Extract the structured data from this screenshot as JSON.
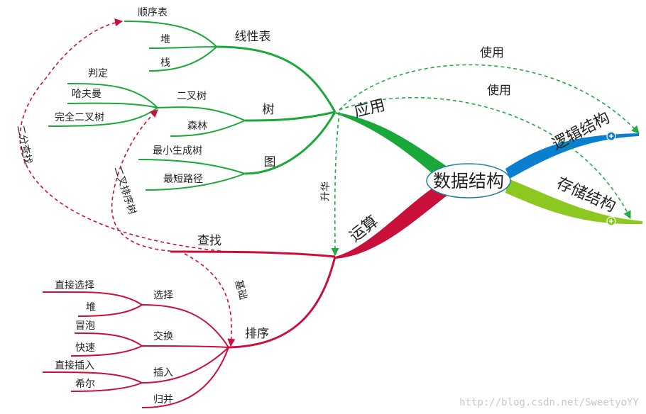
{
  "center": "数据结构",
  "main": {
    "application": "应用",
    "operation": "运算",
    "logical": "逻辑结构",
    "storage": "存储结构"
  },
  "linear": {
    "title": "线性表",
    "items": [
      "顺序表",
      "堆",
      "栈"
    ]
  },
  "tree": {
    "title": "树",
    "binary": "二叉树",
    "binary_items": [
      "判定",
      "哈夫曼",
      "完全二叉树"
    ],
    "forest": "森林"
  },
  "graph": {
    "title": "图",
    "items": [
      "最小生成树",
      "最短路径"
    ]
  },
  "search": "查找",
  "sort": {
    "title": "排序",
    "select": {
      "label": "选择",
      "items": [
        "直接选择",
        "堆"
      ]
    },
    "swap": {
      "label": "交换",
      "items": [
        "冒泡",
        "快速"
      ]
    },
    "insert": {
      "label": "插入",
      "items": [
        "直接插入",
        "希尔"
      ]
    },
    "merge": "归并"
  },
  "links": {
    "use1": "使用",
    "use2": "使用",
    "upgrade": "升华",
    "binary_search": "二分查找",
    "bst": "二叉排序树",
    "basis": "基础"
  },
  "colors": {
    "green": "#1aa83a",
    "red": "#c8103a",
    "blue": "#0a7fcf",
    "lime": "#8cc820",
    "dash_green": "#22aa44",
    "dash_red": "#c8103a"
  },
  "watermark": "http://blog.csdn.net/SweetyoYY"
}
